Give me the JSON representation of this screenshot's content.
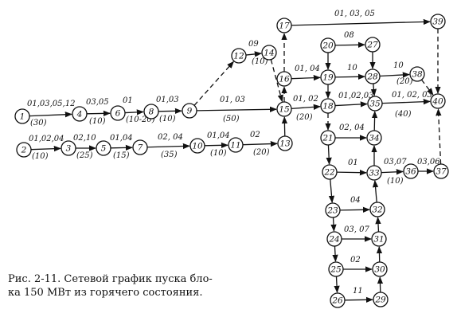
{
  "caption": "Рис. 2-11. Сетевой график пуска бло-\nка 150 МВт из  горячего  состояния.",
  "nodes": [
    "1",
    "2",
    "3",
    "4",
    "5",
    "6",
    "7",
    "8",
    "9",
    "10",
    "11",
    "12",
    "13",
    "14",
    "15",
    "16",
    "17",
    "18",
    "19",
    "20",
    "21",
    "22",
    "23",
    "24",
    "25",
    "26",
    "27",
    "28",
    "29",
    "30",
    "31",
    "32",
    "33",
    "34",
    "35",
    "36",
    "37",
    "38",
    "39",
    "40"
  ],
  "edges": [
    {
      "from": "1",
      "to": "4",
      "style": "solid",
      "label": "01,03,05,12",
      "duration": "(30)"
    },
    {
      "from": "4",
      "to": "6",
      "style": "solid",
      "label": "03,05",
      "duration": "(10)"
    },
    {
      "from": "6",
      "to": "8",
      "style": "solid",
      "label": "01",
      "duration": "(10-20)"
    },
    {
      "from": "8",
      "to": "9",
      "style": "solid",
      "label": "01,03",
      "duration": "(10)"
    },
    {
      "from": "9",
      "to": "15",
      "style": "solid",
      "label": "01, 03",
      "duration": "(50)"
    },
    {
      "from": "9",
      "to": "12",
      "style": "dashed",
      "label": "",
      "duration": ""
    },
    {
      "from": "12",
      "to": "14",
      "style": "solid",
      "label": "09",
      "duration": "(10)"
    },
    {
      "from": "14",
      "to": "15",
      "style": "dashed",
      "label": "",
      "duration": ""
    },
    {
      "from": "2",
      "to": "3",
      "style": "solid",
      "label": "01,02,04",
      "duration": "(10)"
    },
    {
      "from": "3",
      "to": "5",
      "style": "solid",
      "label": "02,10",
      "duration": "(25)"
    },
    {
      "from": "5",
      "to": "7",
      "style": "solid",
      "label": "01,04",
      "duration": "(15)"
    },
    {
      "from": "7",
      "to": "10",
      "style": "solid",
      "label": "02, 04",
      "duration": "(35)"
    },
    {
      "from": "10",
      "to": "11",
      "style": "solid",
      "label": "01,04",
      "duration": "(10)"
    },
    {
      "from": "11",
      "to": "13",
      "style": "solid",
      "label": "02",
      "duration": "(20)"
    },
    {
      "from": "13",
      "to": "15",
      "style": "solid",
      "label": "",
      "duration": ""
    },
    {
      "from": "15",
      "to": "16",
      "style": "dashed",
      "label": "",
      "duration": ""
    },
    {
      "from": "16",
      "to": "17",
      "style": "dashed",
      "label": "",
      "duration": ""
    },
    {
      "from": "17",
      "to": "39",
      "style": "solid",
      "label": "01, 03, 05",
      "duration": ""
    },
    {
      "from": "16",
      "to": "19",
      "style": "solid",
      "label": "01, 04",
      "duration": ""
    },
    {
      "from": "20",
      "to": "27",
      "style": "solid",
      "label": "08",
      "duration": ""
    },
    {
      "from": "20",
      "to": "19",
      "style": "solid",
      "label": "",
      "duration": ""
    },
    {
      "from": "27",
      "to": "28",
      "style": "solid",
      "label": "",
      "duration": ""
    },
    {
      "from": "19",
      "to": "28",
      "style": "solid",
      "label": "10",
      "duration": ""
    },
    {
      "from": "28",
      "to": "38",
      "style": "solid",
      "label": "10",
      "duration": "(20)"
    },
    {
      "from": "38",
      "to": "40",
      "style": "dashed",
      "label": "",
      "duration": ""
    },
    {
      "from": "39",
      "to": "40",
      "style": "dashed",
      "label": "",
      "duration": ""
    },
    {
      "from": "15",
      "to": "18",
      "style": "solid",
      "label": "01, 02",
      "duration": "(20)"
    },
    {
      "from": "19",
      "to": "18",
      "style": "solid",
      "label": "",
      "duration": ""
    },
    {
      "from": "18",
      "to": "35",
      "style": "solid",
      "label": "01,02,03",
      "duration": ""
    },
    {
      "from": "28",
      "to": "35",
      "style": "solid",
      "label": "",
      "duration": ""
    },
    {
      "from": "35",
      "to": "40",
      "style": "solid",
      "label": "01, 02, 03",
      "duration": "(40)"
    },
    {
      "from": "18",
      "to": "21",
      "style": "dashed",
      "label": "",
      "duration": ""
    },
    {
      "from": "21",
      "to": "34",
      "style": "solid",
      "label": "02, 04",
      "duration": ""
    },
    {
      "from": "34",
      "to": "35",
      "style": "solid",
      "label": "",
      "duration": ""
    },
    {
      "from": "21",
      "to": "22",
      "style": "solid",
      "label": "",
      "duration": ""
    },
    {
      "from": "22",
      "to": "33",
      "style": "solid",
      "label": "01",
      "duration": ""
    },
    {
      "from": "33",
      "to": "34",
      "style": "solid",
      "label": "",
      "duration": ""
    },
    {
      "from": "33",
      "to": "36",
      "style": "solid",
      "label": "03,07",
      "duration": "(10)"
    },
    {
      "from": "36",
      "to": "37",
      "style": "solid",
      "label": "03,06",
      "duration": ""
    },
    {
      "from": "37",
      "to": "40",
      "style": "dashed",
      "label": "",
      "duration": ""
    },
    {
      "from": "22",
      "to": "23",
      "style": "solid",
      "label": "",
      "duration": ""
    },
    {
      "from": "23",
      "to": "32",
      "style": "solid",
      "label": "04",
      "duration": ""
    },
    {
      "from": "32",
      "to": "33",
      "style": "solid",
      "label": "",
      "duration": ""
    },
    {
      "from": "23",
      "to": "24",
      "style": "solid",
      "label": "",
      "duration": ""
    },
    {
      "from": "24",
      "to": "31",
      "style": "solid",
      "label": "03, 07",
      "duration": ""
    },
    {
      "from": "31",
      "to": "32",
      "style": "solid",
      "label": "",
      "duration": ""
    },
    {
      "from": "24",
      "to": "25",
      "style": "solid",
      "label": "",
      "duration": ""
    },
    {
      "from": "25",
      "to": "30",
      "style": "solid",
      "label": "02",
      "duration": ""
    },
    {
      "from": "30",
      "to": "31",
      "style": "solid",
      "label": "",
      "duration": ""
    },
    {
      "from": "25",
      "to": "26",
      "style": "solid",
      "label": "",
      "duration": ""
    },
    {
      "from": "26",
      "to": "29",
      "style": "solid",
      "label": "11",
      "duration": ""
    },
    {
      "from": "29",
      "to": "30",
      "style": "solid",
      "label": "",
      "duration": ""
    }
  ]
}
